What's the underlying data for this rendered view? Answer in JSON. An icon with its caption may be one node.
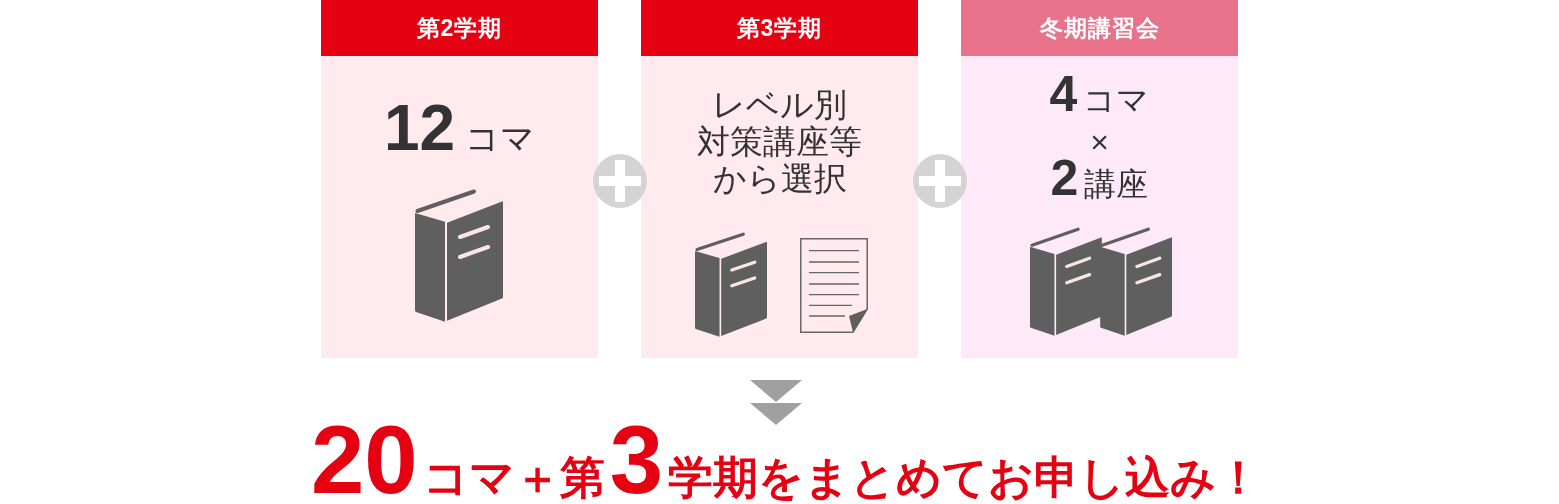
{
  "diagram": {
    "nodes": [
      {
        "text": [
          "第2学期",
          "**12**コマ"
        ]
      },
      {
        "text": [
          "第3学期",
          "レベル別対策講座等から選択"
        ]
      },
      {
        "text": [
          "冬期講習会",
          "**4**コマ×**2**講座"
        ]
      },
      {
        "text": [
          "**20**コマ＋第**3**学期をまとめてお申し込み！"
        ]
      }
    ],
    "edges": [
      {
        "from": null,
        "to": 3,
        "arrow": "to"
      }
    ]
  }
}
